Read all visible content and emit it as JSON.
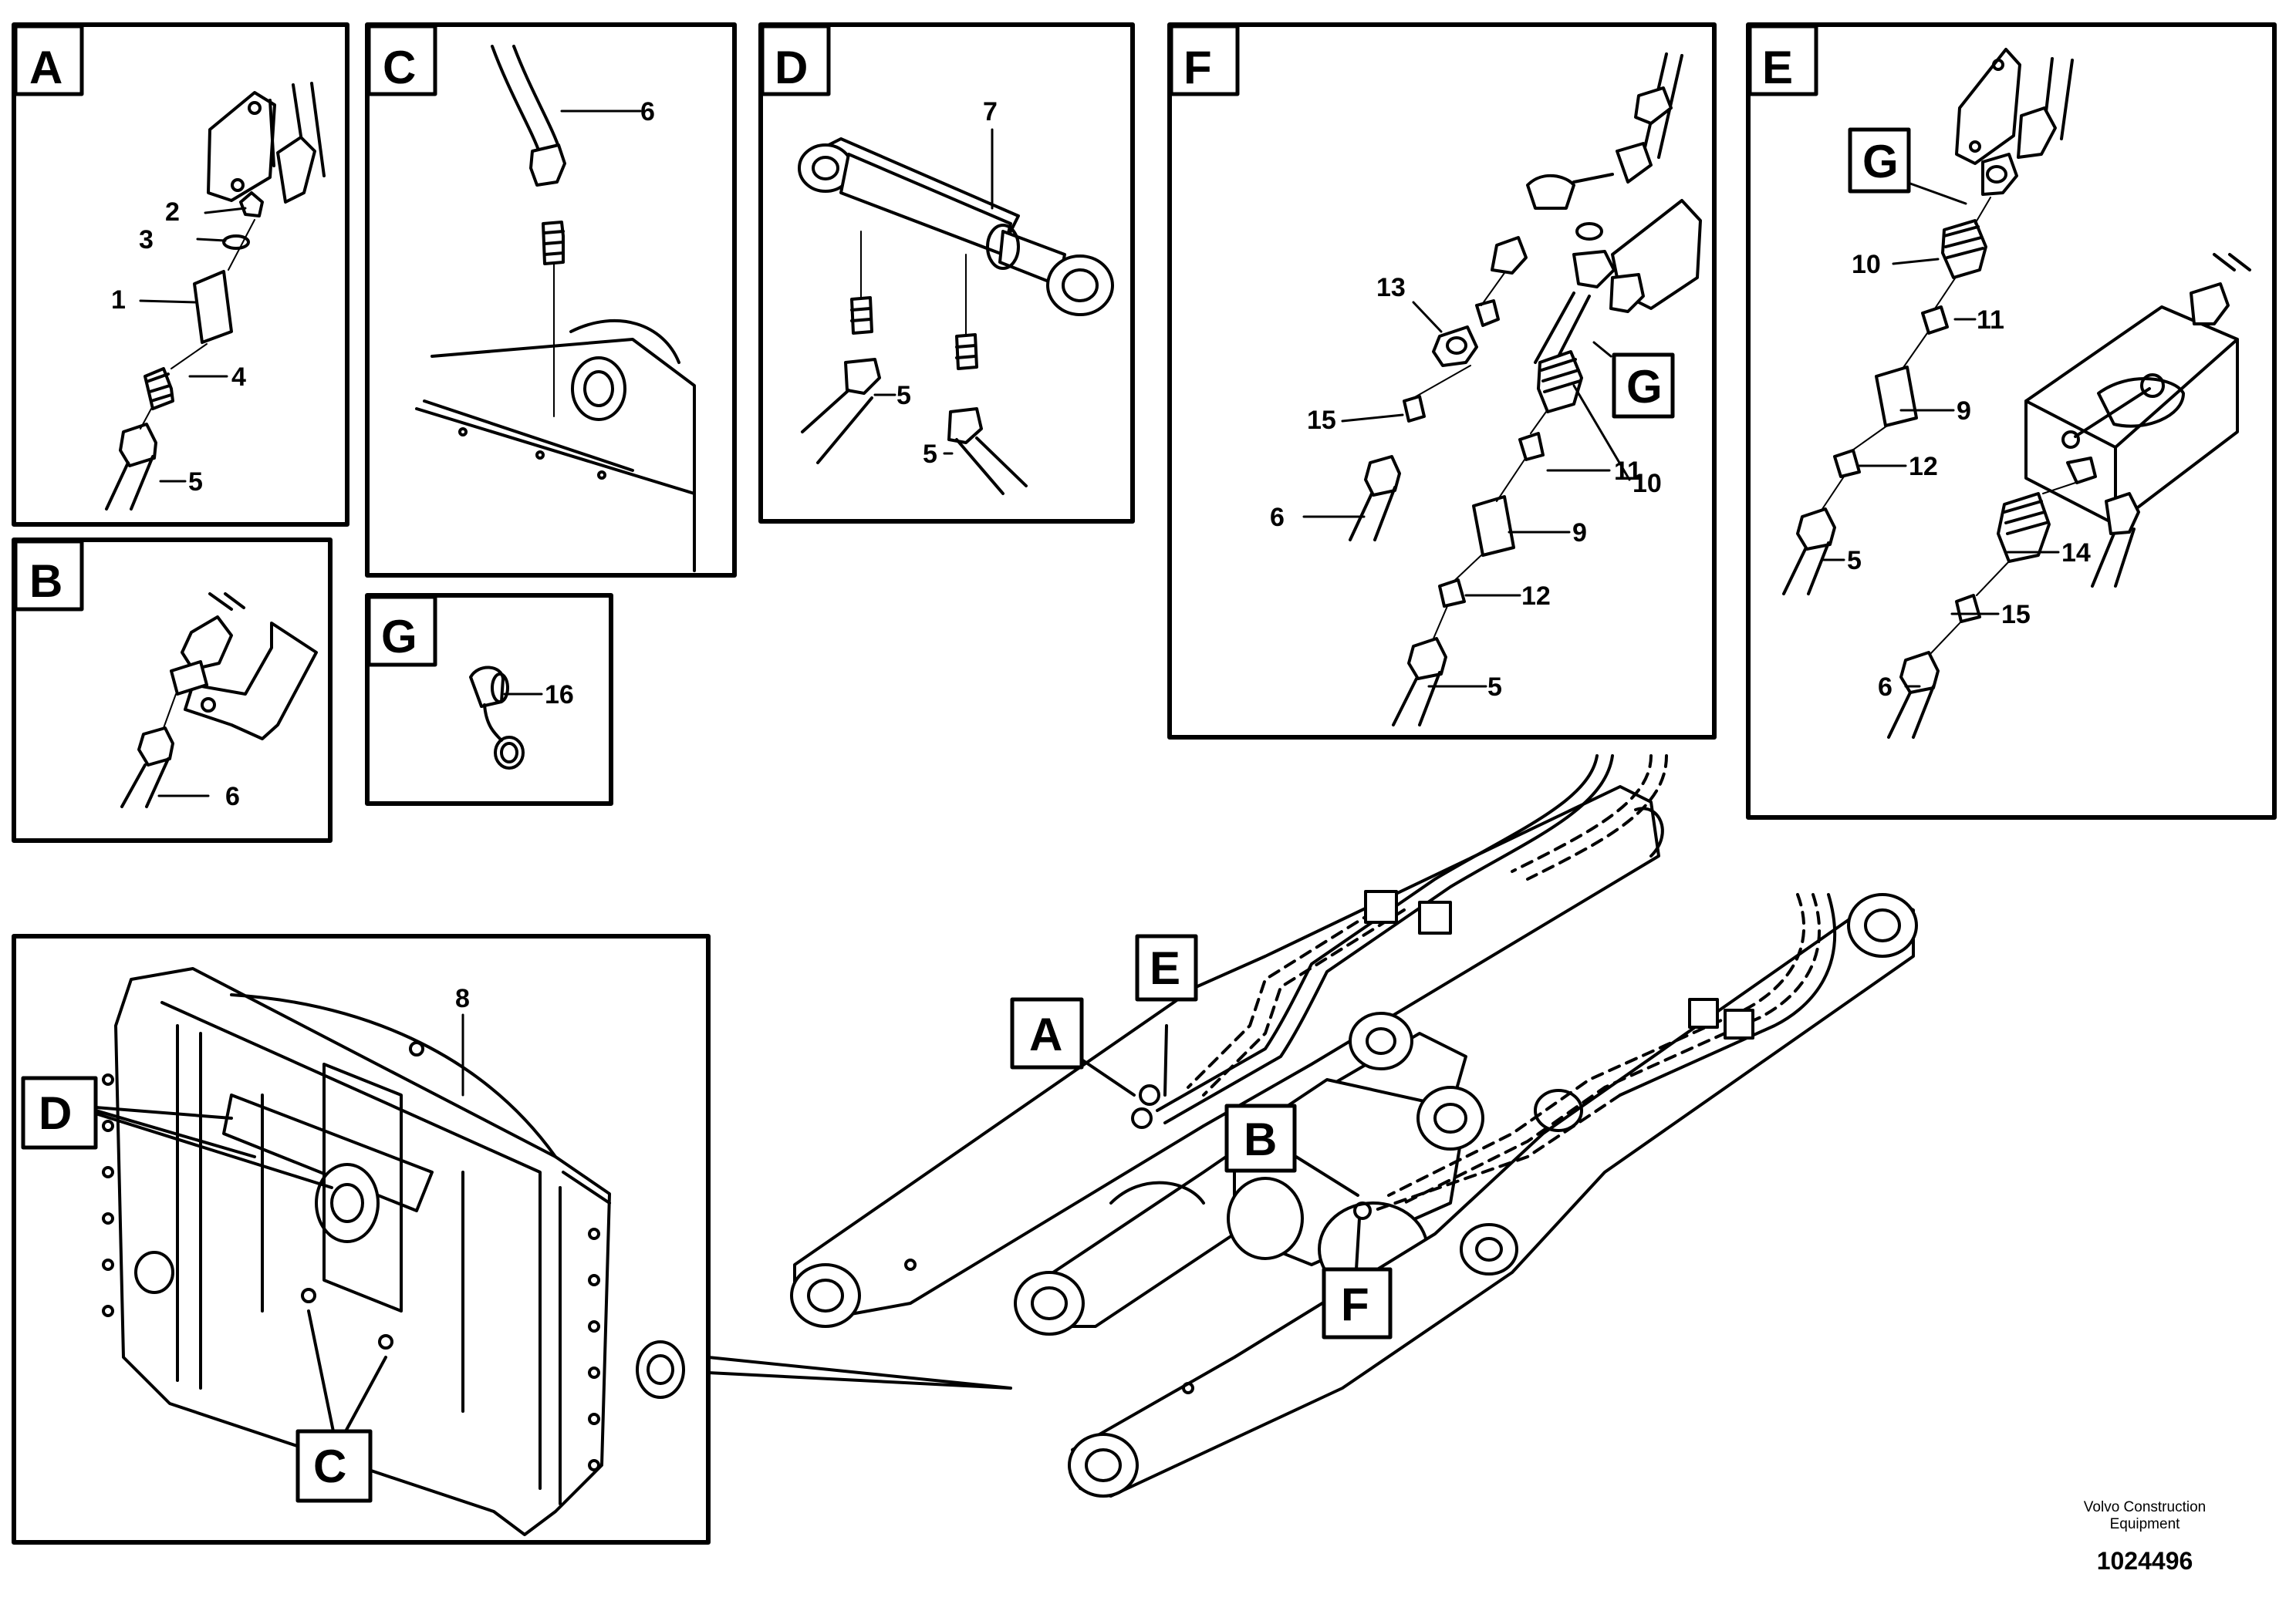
{
  "panels": {
    "A": {
      "letter": "A",
      "callouts": [
        "2",
        "3",
        "1",
        "4",
        "5"
      ]
    },
    "B": {
      "letter": "B",
      "callouts": [
        "6"
      ]
    },
    "C": {
      "letter": "C",
      "callouts": [
        "6"
      ]
    },
    "G": {
      "letter": "G",
      "callouts": [
        "16"
      ]
    },
    "D": {
      "letter": "D",
      "callouts": [
        "7",
        "5",
        "5"
      ]
    },
    "F": {
      "letter": "F",
      "callouts": [
        "13",
        "15",
        "6",
        "11",
        "10",
        "9",
        "12",
        "5"
      ],
      "ref": "G"
    },
    "E": {
      "letter": "E",
      "callouts": [
        "10",
        "11",
        "9",
        "12",
        "5",
        "14",
        "15",
        "6"
      ],
      "ref": "G"
    },
    "attachment": {
      "callout": "8",
      "refs": [
        "D",
        "C"
      ]
    }
  },
  "boom_refs": [
    "E",
    "A",
    "B",
    "F"
  ],
  "footer": {
    "company_line1": "Volvo Construction",
    "company_line2": "Equipment",
    "drawing_id": "1024496"
  }
}
